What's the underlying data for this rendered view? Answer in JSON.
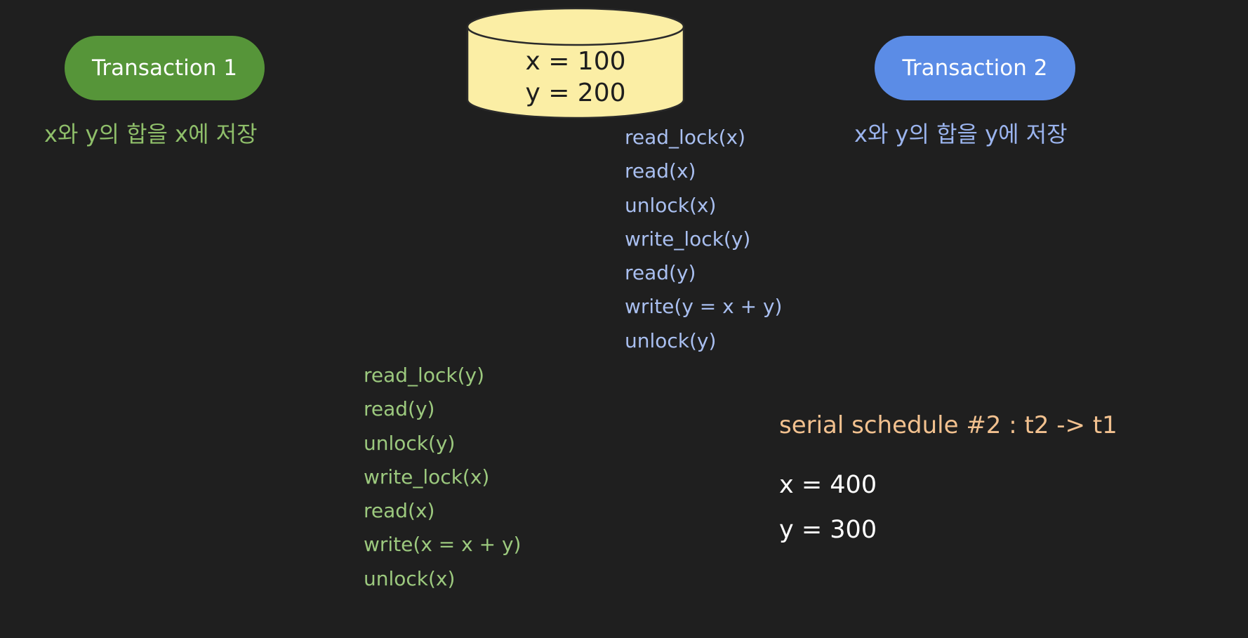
{
  "transaction1": {
    "label": "Transaction 1",
    "description": "x와 y의 합을 x에 저장",
    "color": "#569539",
    "operations": [
      "read_lock(y)",
      "read(y)",
      "unlock(y)",
      "write_lock(x)",
      "read(x)",
      "write(x = x + y)",
      "unlock(x)"
    ]
  },
  "transaction2": {
    "label": "Transaction 2",
    "description": "x와 y의 합을 y에 저장",
    "color": "#5b8ce6",
    "operations": [
      "read_lock(x)",
      "read(x)",
      "unlock(x)",
      "write_lock(y)",
      "read(y)",
      "write(y = x + y)",
      "unlock(y)"
    ]
  },
  "database": {
    "x": "x = 100",
    "y": "y = 200",
    "fill": "#fbeea5"
  },
  "schedule": {
    "title": "serial schedule #2 : t2 -> t1",
    "result_x": "x = 400",
    "result_y": "y = 300"
  }
}
